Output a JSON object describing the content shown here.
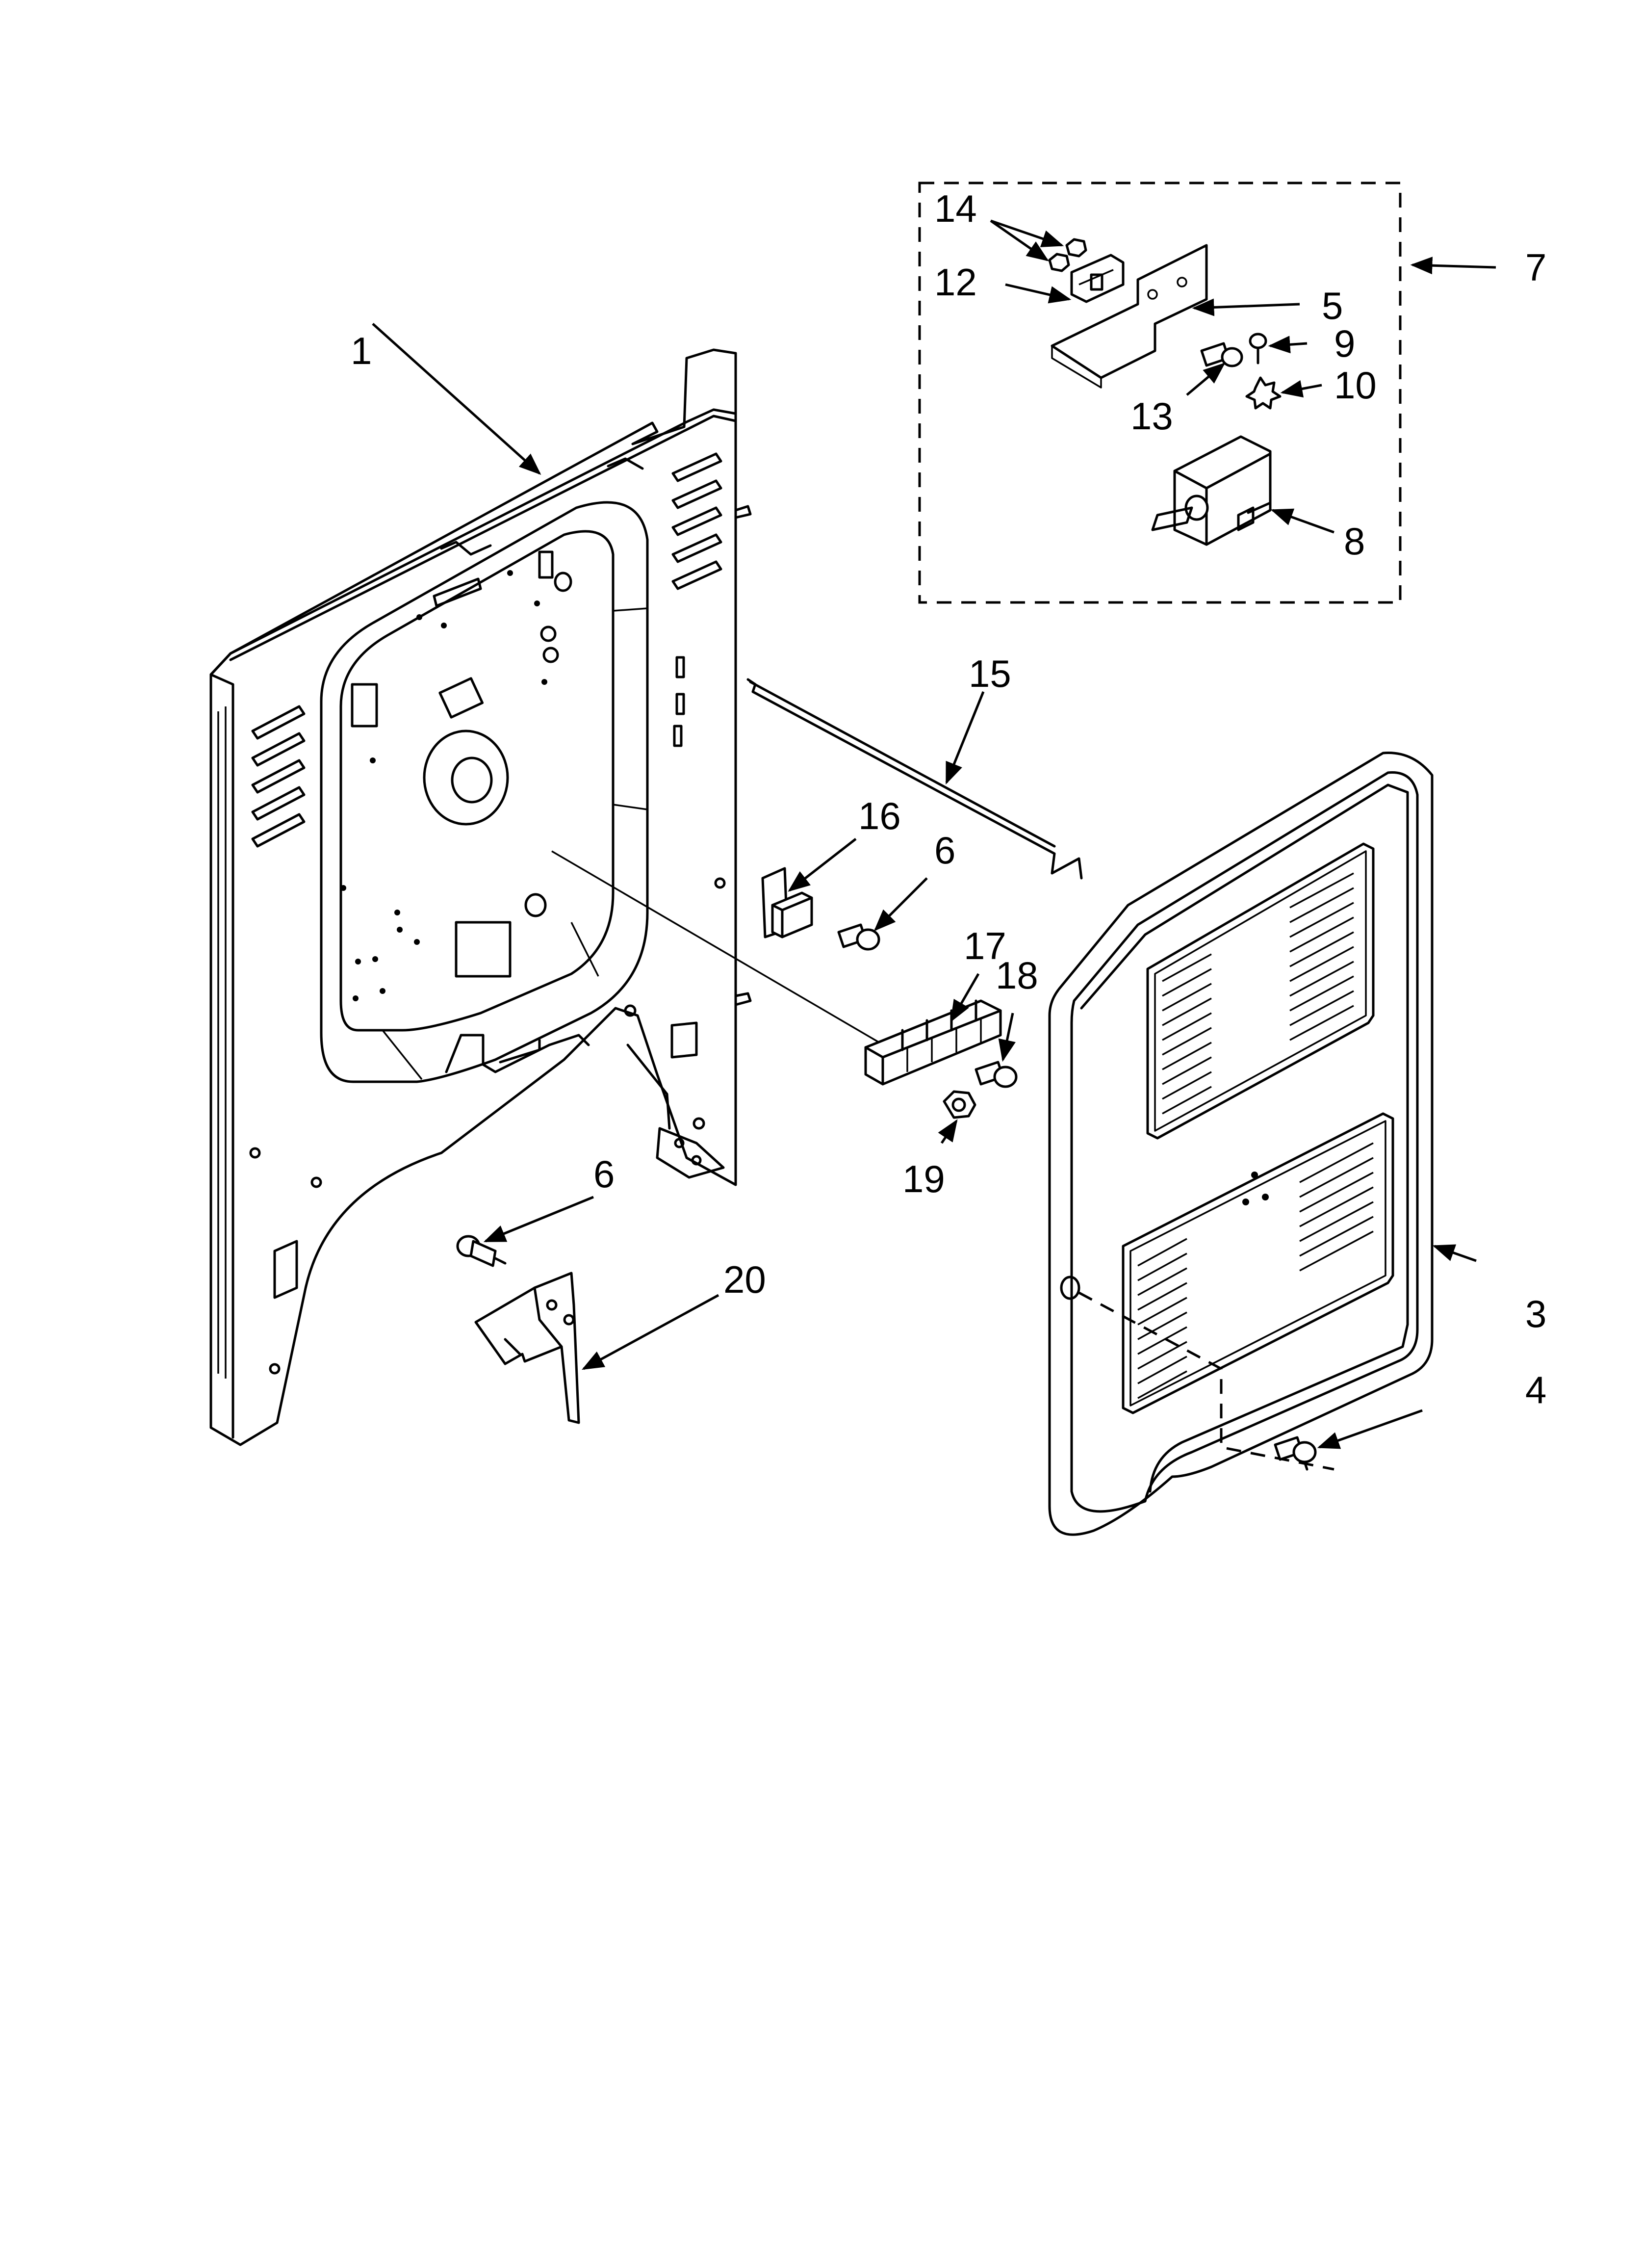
{
  "callouts": {
    "c1": "1",
    "c3": "3",
    "c4": "4",
    "c5": "5",
    "c6a": "6",
    "c6b": "6",
    "c7": "7",
    "c8": "8",
    "c9": "9",
    "c10": "10",
    "c12": "12",
    "c13": "13",
    "c14": "14",
    "c15": "15",
    "c16": "16",
    "c17": "17",
    "c18": "18",
    "c19": "19",
    "c20": "20"
  },
  "colors": {
    "line": "#000000",
    "background": "#ffffff"
  }
}
